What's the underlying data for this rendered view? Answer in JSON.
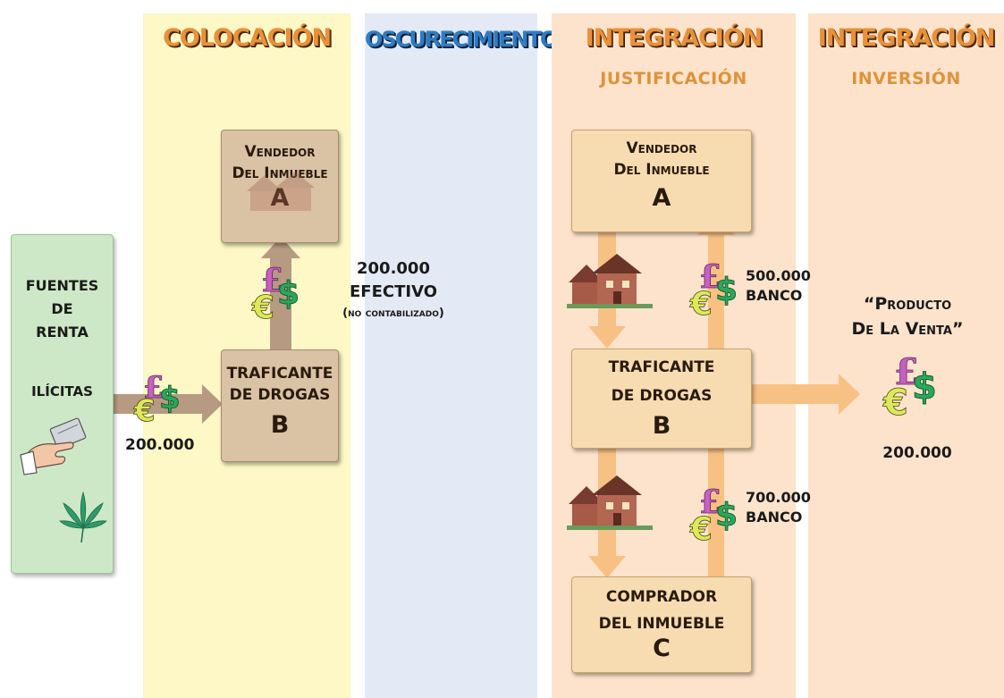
{
  "columns": {
    "colocacion": {
      "title": "COLOCACIÓN",
      "bg": "#fdf8c5"
    },
    "oscurecimiento": {
      "title": "OSCURECIMIENTO",
      "bg": "#e4e9f6"
    },
    "integracion_justificacion": {
      "title": "INTEGRACIÓN",
      "subtitle": "JUSTIFICACIÓN",
      "bg": "#fde3cc"
    },
    "integracion_inversion": {
      "title": "INTEGRACIÓN",
      "subtitle": "INVERSIÓN",
      "bg": "#fde3cc"
    }
  },
  "sources": {
    "line1": "FUENTES",
    "line2": "DE",
    "line3": "RENTA",
    "line4": "ILÍCITAS",
    "bg": "#cde8c6"
  },
  "placement": {
    "amount_in": "200.000",
    "seller": {
      "line1": "Vendedor",
      "line2": "Del Inmueble",
      "letter": "A"
    },
    "trafficker": {
      "line1": "TRAFICANTE",
      "line2": "DE DROGAS",
      "letter": "B"
    },
    "cash_amount": "200.000",
    "cash_label": "EFECTIVO",
    "cash_note": "(no contabilizado)"
  },
  "integration": {
    "seller": {
      "line1": "Vendedor",
      "line2": "Del Inmueble",
      "letter": "A"
    },
    "trafficker": {
      "line1": "TRAFICANTE",
      "line2": "DE DROGAS",
      "letter": "B"
    },
    "buyer": {
      "line1": "COMPRADOR",
      "line2": "DEL INMUEBLE",
      "letter": "C"
    },
    "bank1_amount": "500.000",
    "bank1_label": "BANCO",
    "bank2_amount": "700.000",
    "bank2_label": "BANCO"
  },
  "investment": {
    "line1": "“Producto",
    "line2": "De La Venta”",
    "amount": "200.000"
  },
  "colors": {
    "box_fill": "#d9c3a4",
    "box_fill_light": "#f6dcb0",
    "arrow_brown": "#b79a82",
    "arrow_orange": "#f8c184",
    "pound": "#c95fc3",
    "euro": "#dde95a",
    "dollar": "#29a85a"
  },
  "icons": [
    "currency-icon",
    "house-icon",
    "hand-card-icon",
    "cannabis-leaf-icon"
  ]
}
